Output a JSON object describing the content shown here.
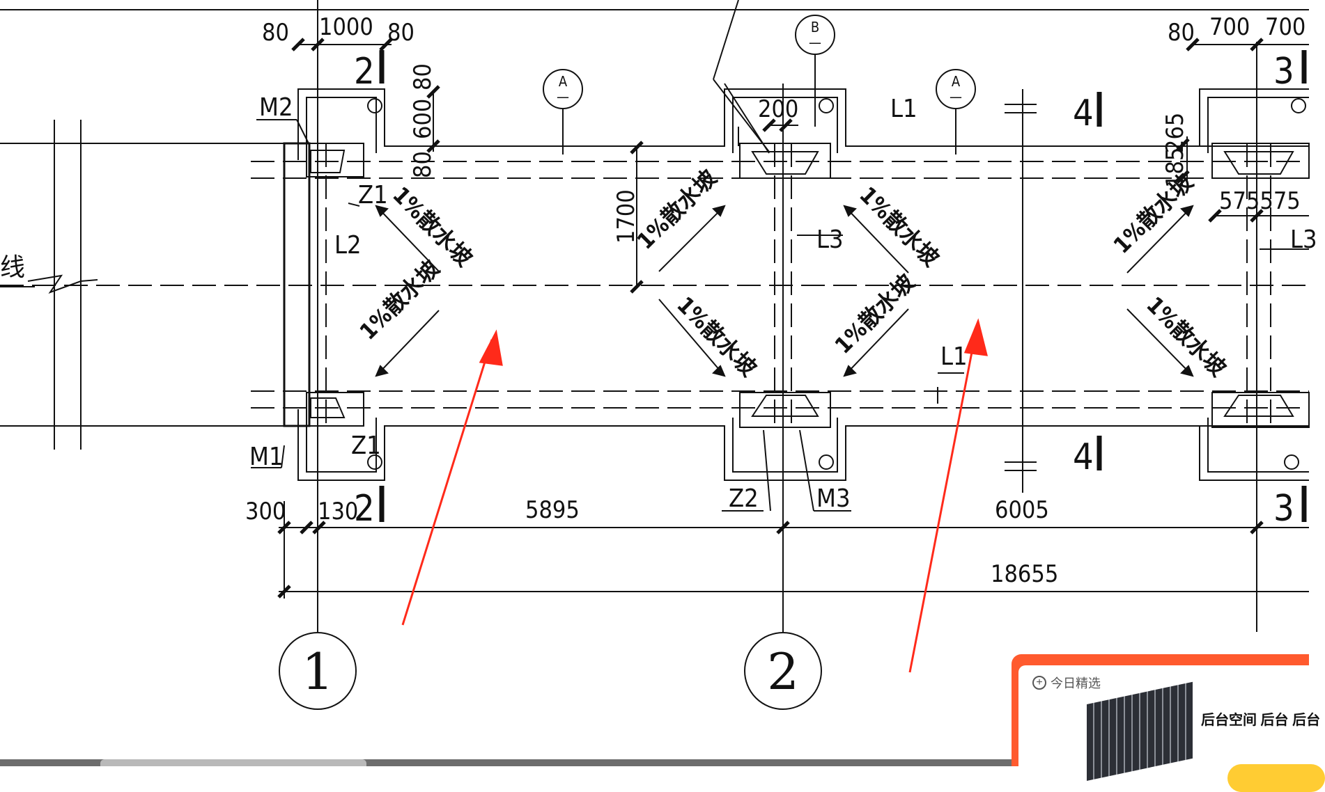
{
  "drawing": {
    "dimensions": {
      "top_80_left": "80",
      "top_1000": "1000",
      "top_80_right": "80",
      "top_right_80": "80",
      "top_right_700a": "700",
      "top_right_700b": "700",
      "side_80_top": "80",
      "side_600": "600",
      "side_80_mid": "80",
      "side_80_low": "80",
      "dim_200": "200",
      "dim_1700": "1700",
      "dim_265": "265",
      "dim_185": "185",
      "dim_575_575": "575575",
      "bottom_300": "300",
      "bottom_130": "130",
      "bay_1": "5895",
      "bay_2": "6005",
      "overall": "18655"
    },
    "labels": {
      "m1": "M1",
      "m2": "M2",
      "m3": "M3",
      "z1_top": "Z1",
      "z1_bottom": "Z1",
      "z2": "Z2",
      "l1_top": "L1",
      "l1_bottom": "L1",
      "l2": "L2",
      "l3": "L3",
      "l3_right": "L3",
      "left_edge_char": "线"
    },
    "slope_text": "1%散水坡",
    "detail_bubbles": [
      {
        "letter": "A",
        "sub": "—"
      },
      {
        "letter": "B",
        "sub": "—"
      },
      {
        "letter": "A",
        "sub": "—"
      }
    ],
    "axes": [
      "1",
      "2"
    ],
    "section_marks": {
      "s2_top": "2",
      "s2_bottom": "2",
      "s3_top": "3",
      "s3_bottom": "3",
      "s4_top": "4",
      "s4_bottom": "4"
    },
    "annotation_color": "#ff2a1a",
    "line_color": "#111111"
  },
  "ad": {
    "header": "今日精选",
    "title": "后台空间 后台 后台",
    "accent_color": "#ff5a2e"
  }
}
